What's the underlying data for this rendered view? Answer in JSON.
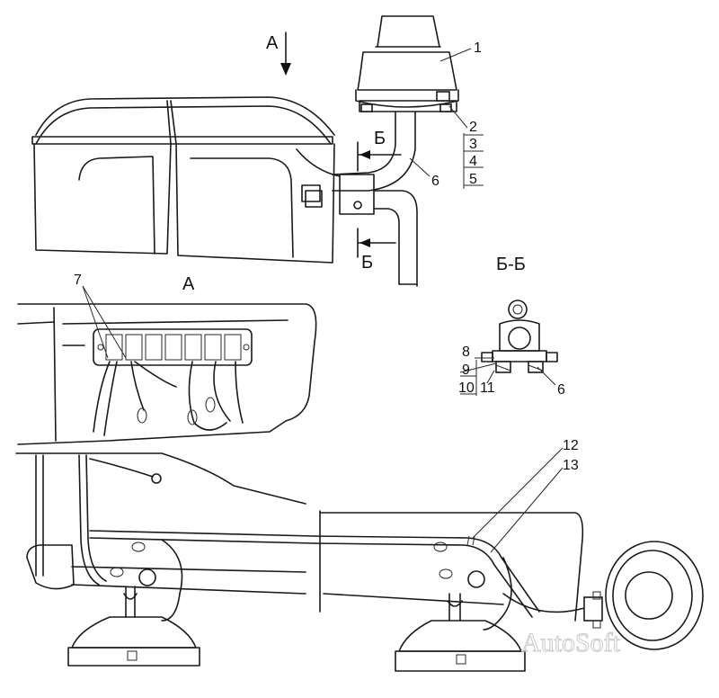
{
  "labels": {
    "view_a_arrow": "А",
    "view_a_title": "А",
    "section_top": "Б",
    "section_bottom": "Б",
    "section_title": "Б-Б",
    "callouts": [
      "1",
      "2",
      "3",
      "4",
      "5",
      "6",
      "7",
      "8",
      "9",
      "10",
      "11",
      "6",
      "12",
      "13"
    ]
  },
  "watermark": "AutoSoft"
}
